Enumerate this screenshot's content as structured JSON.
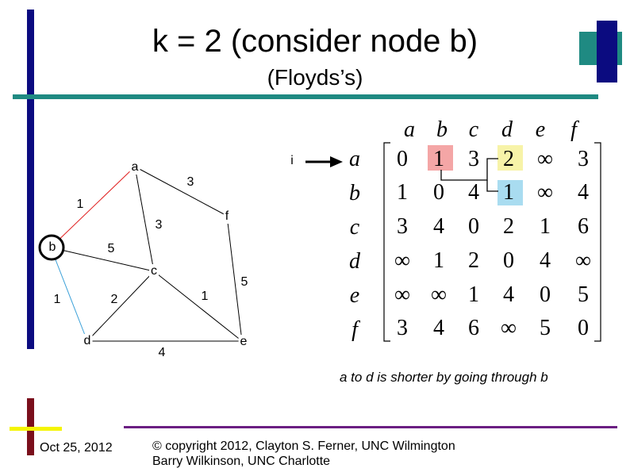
{
  "title": "k = 2 (consider node b)",
  "subtitle": "(Floyds’s)",
  "colors": {
    "navy": "#0b0b80",
    "teal": "#1f8a82",
    "purple": "#6b1e82",
    "maroon": "#7a0f1c",
    "yellow": "#f5f500",
    "red": "#e02020",
    "blue": "#3aa0d8",
    "hl_pink": "#f4a6a6",
    "hl_yellow": "#f7f3a8",
    "hl_blue": "#a9dcf0"
  },
  "graph": {
    "nodes": [
      {
        "id": "a",
        "label": "a"
      },
      {
        "id": "b",
        "label": "b"
      },
      {
        "id": "c",
        "label": "c"
      },
      {
        "id": "d",
        "label": "d"
      },
      {
        "id": "e",
        "label": "e"
      },
      {
        "id": "f",
        "label": "f"
      }
    ],
    "weights": [
      "3",
      "1",
      "3",
      "5",
      "5",
      "1",
      "2",
      "1",
      "4"
    ],
    "i_label": "i"
  },
  "matrix": {
    "col_headers": [
      "a",
      "b",
      "c",
      "d",
      "e",
      "f"
    ],
    "row_headers": [
      "a",
      "b",
      "c",
      "d",
      "e",
      "f"
    ],
    "rows": [
      [
        "0",
        "1",
        "3",
        "2",
        "∞",
        "3"
      ],
      [
        "1",
        "0",
        "4",
        "1",
        "∞",
        "4"
      ],
      [
        "3",
        "4",
        "0",
        "2",
        "1",
        "6"
      ],
      [
        "∞",
        "1",
        "2",
        "0",
        "4",
        "∞"
      ],
      [
        "∞",
        "∞",
        "1",
        "4",
        "0",
        "5"
      ],
      [
        "3",
        "4",
        "6",
        "∞",
        "5",
        "0"
      ]
    ]
  },
  "note": "a to d is shorter by going through b",
  "footer": {
    "date": "Oct 25, 2012",
    "copyright_line1": "© copyright 2012, Clayton S. Ferner, UNC Wilmington",
    "copyright_line2": "Barry Wilkinson, UNC Charlotte"
  }
}
